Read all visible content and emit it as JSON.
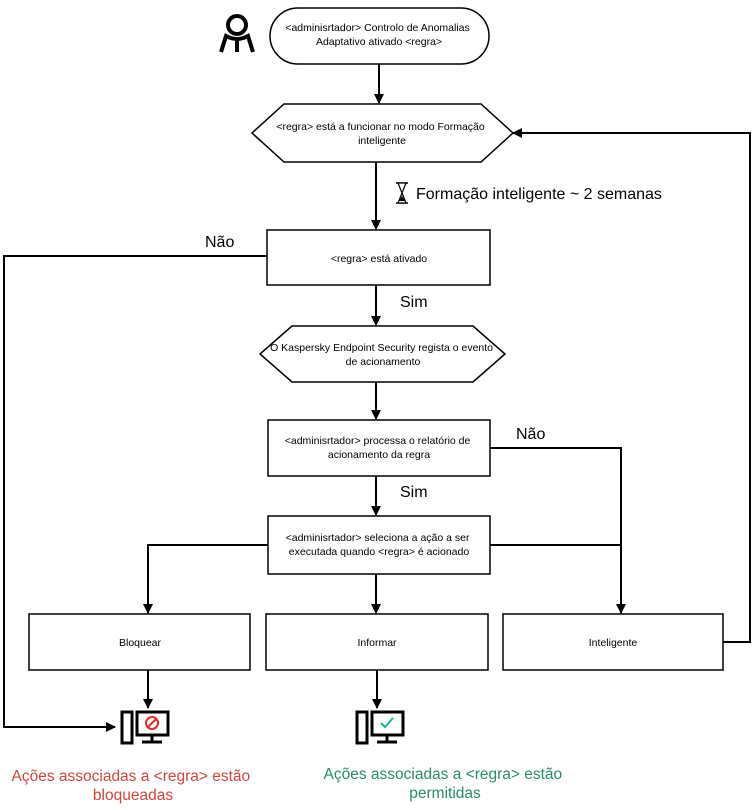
{
  "nodes": {
    "start": [
      "<adminisrtador> Controlo de Anomalias",
      "Adaptativo ativado <regra>"
    ],
    "smart_mode": [
      "<regra> está a funcionar no modo Formação",
      "inteligente"
    ],
    "rule_enabled": [
      "<regra> está ativado"
    ],
    "kes_event": [
      "O Kaspersky Endpoint Security regista o evento",
      "de acionamento"
    ],
    "admin_report": [
      "<adminisrtador> processa o relatório de",
      "acionamento da regra"
    ],
    "admin_select": [
      "<adminisrtador> seleciona a ação a ser",
      "executada quando <regra> é acionado"
    ],
    "block": [
      "Bloquear"
    ],
    "inform": [
      "Informar"
    ],
    "smart": [
      "Inteligente"
    ]
  },
  "labels": {
    "training": "Formação inteligente ~ 2 semanas",
    "no_enabled": "Não",
    "yes_enabled": "Sim",
    "no_report": "Não",
    "yes_report": "Sim"
  },
  "results": {
    "blocked": [
      "Ações associadas a <regra> estão",
      "bloqueadas"
    ],
    "allowed": [
      "Ações associadas a <regra> estão",
      "permitidas"
    ]
  },
  "colors": {
    "blocked": "#d0463d",
    "allowed": "#2b8a6f",
    "check": "#17b890",
    "prohibit": "#e02d2d"
  },
  "icons": {
    "admin": "user-icon",
    "hourglass": "hourglass-icon",
    "blocked_pc": "computer-prohibited-icon",
    "allowed_pc": "computer-allowed-icon"
  }
}
